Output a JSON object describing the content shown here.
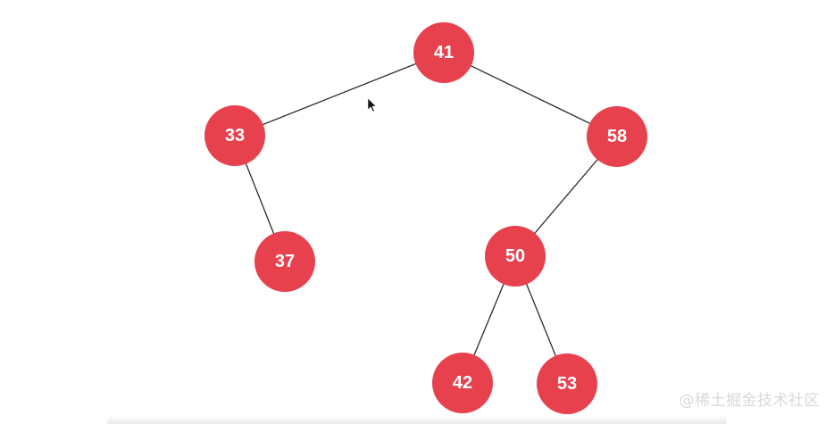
{
  "tree": {
    "colors": {
      "node_fill": "#e8414e",
      "node_text": "#ffffff",
      "edge": "#2b2b2b"
    },
    "nodes": [
      {
        "id": "n41",
        "label": "41"
      },
      {
        "id": "n33",
        "label": "33"
      },
      {
        "id": "n58",
        "label": "58"
      },
      {
        "id": "n37",
        "label": "37"
      },
      {
        "id": "n50",
        "label": "50"
      },
      {
        "id": "n42",
        "label": "42"
      },
      {
        "id": "n53",
        "label": "53"
      }
    ],
    "edges": [
      {
        "from": "n41",
        "to": "n33"
      },
      {
        "from": "n41",
        "to": "n58"
      },
      {
        "from": "n33",
        "to": "n37"
      },
      {
        "from": "n58",
        "to": "n50"
      },
      {
        "from": "n50",
        "to": "n42"
      },
      {
        "from": "n50",
        "to": "n53"
      }
    ]
  },
  "watermark": {
    "text": "@稀土掘金技术社区"
  },
  "cursor": {
    "icon": "mouse-pointer-icon"
  }
}
